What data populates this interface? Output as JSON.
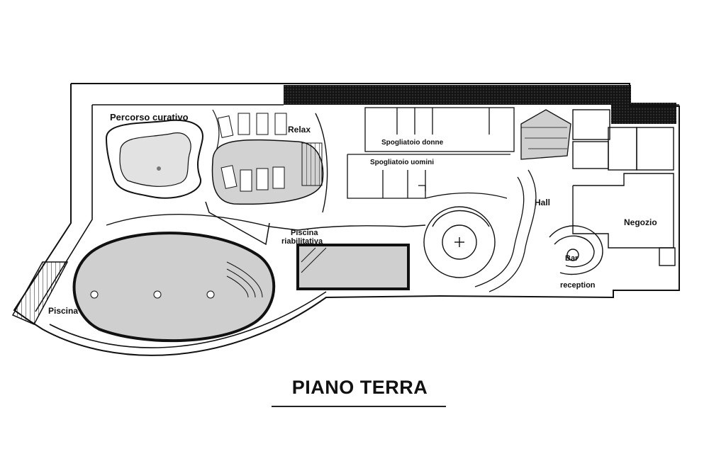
{
  "title": "PIANO TERRA",
  "rooms": {
    "percorso": "Percorso curativo",
    "relax": "Relax",
    "spogliatoio_donne": "Spogliatoio donne",
    "spogliatoio_uomini": "Spogliatoio uomini",
    "hall": "Hall",
    "negozio": "Negozio",
    "piscina_riab_1": "Piscina",
    "piscina_riab_2": "riabilitativa",
    "bar": "Bar",
    "reception": "reception",
    "piscina": "Piscina"
  },
  "colors": {
    "line": "#111111",
    "pool_fill": "#cfcfcf",
    "dark_band": "#141414",
    "background": "#ffffff"
  }
}
